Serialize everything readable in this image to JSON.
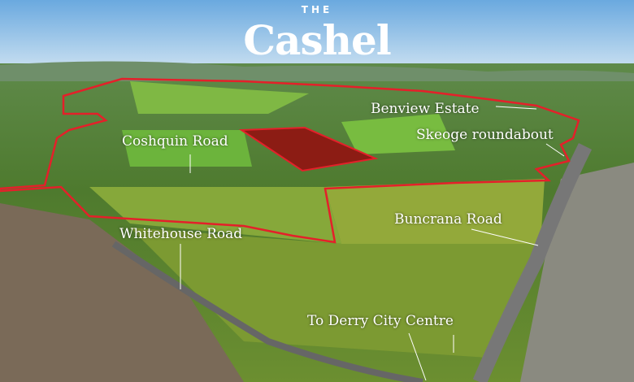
{
  "logo": {
    "small": "THE",
    "big": "Cashel"
  },
  "labels": {
    "benview": "Benview Estate",
    "skeoge": "Skeoge roundabout",
    "coshquin": "Coshquin Road",
    "buncrana": "Buncrana Road",
    "whitehouse": "Whitehouse Road",
    "derry": "To Derry City Centre"
  },
  "colors": {
    "boundary": "#e4202a",
    "sky": "#9ec8ea",
    "field": "#6fa83a"
  }
}
